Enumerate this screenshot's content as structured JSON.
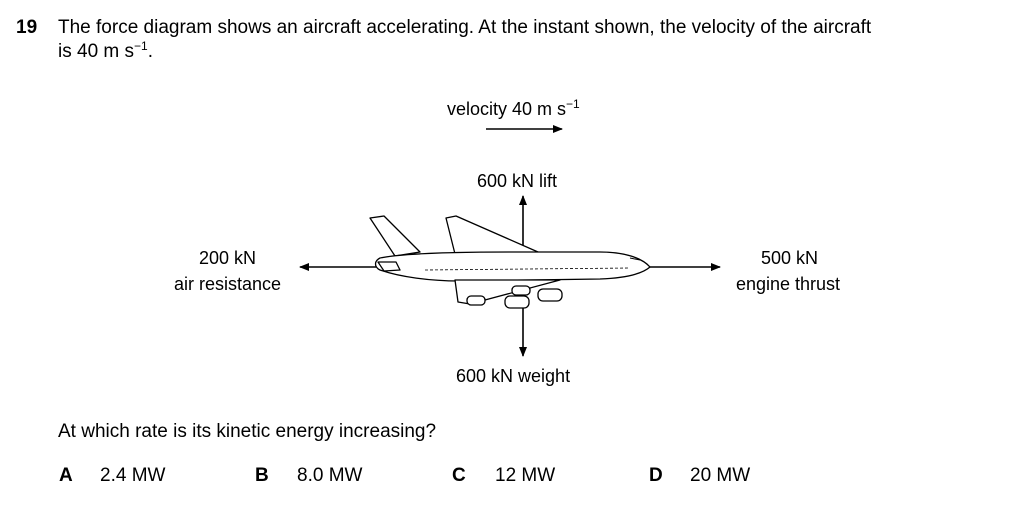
{
  "question": {
    "number": "19",
    "line1": "The force diagram shows an aircraft accelerating. At the instant shown, the velocity of the aircraft",
    "line2_prefix": "is 40 m s",
    "line2_sup": "−1",
    "line2_suffix": "."
  },
  "diagram": {
    "velocity_prefix": "velocity 40 m s",
    "velocity_sup": "−1",
    "lift": "600 kN lift",
    "weight": "600 kN weight",
    "left_force_value": "200 kN",
    "left_force_name": "air resistance",
    "right_force_value": "500 kN",
    "right_force_name": "engine thrust"
  },
  "prompt": "At which rate is its kinetic energy increasing?",
  "options": [
    {
      "letter": "A",
      "value": "2.4 MW"
    },
    {
      "letter": "B",
      "value": "8.0 MW"
    },
    {
      "letter": "C",
      "value": "12 MW"
    },
    {
      "letter": "D",
      "value": "20 MW"
    }
  ]
}
